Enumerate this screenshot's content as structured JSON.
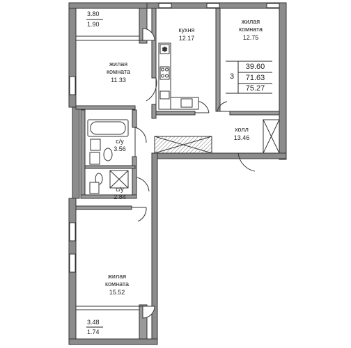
{
  "balcony_top": {
    "length": "3.80",
    "area": "1.90"
  },
  "living_room_1": {
    "name_line1": "жилая",
    "name_line2": "комната",
    "area": "11.33"
  },
  "kitchen": {
    "name": "кухня",
    "area": "12.17"
  },
  "living_room_2": {
    "name_line1": "жилая",
    "name_line2": "комната",
    "area": "12.75"
  },
  "summary": {
    "rooms": "3",
    "living_area": "39.60",
    "total_area": "71.63",
    "area_with_balconies": "75.27"
  },
  "bathroom_1": {
    "name": "с/у",
    "area": "3.56"
  },
  "bathroom_2": {
    "name": "с/у",
    "area": "2.84"
  },
  "hall": {
    "name": "холл",
    "area": "13.46"
  },
  "living_room_3": {
    "name_line1": "жилая",
    "name_line2": "комната",
    "area": "15.52"
  },
  "balcony_bottom": {
    "length": "3.48",
    "area": "1.74"
  },
  "colors": {
    "wall": "#3a3a3a",
    "wall_fill": "#9a9a9a",
    "line": "#222222"
  }
}
